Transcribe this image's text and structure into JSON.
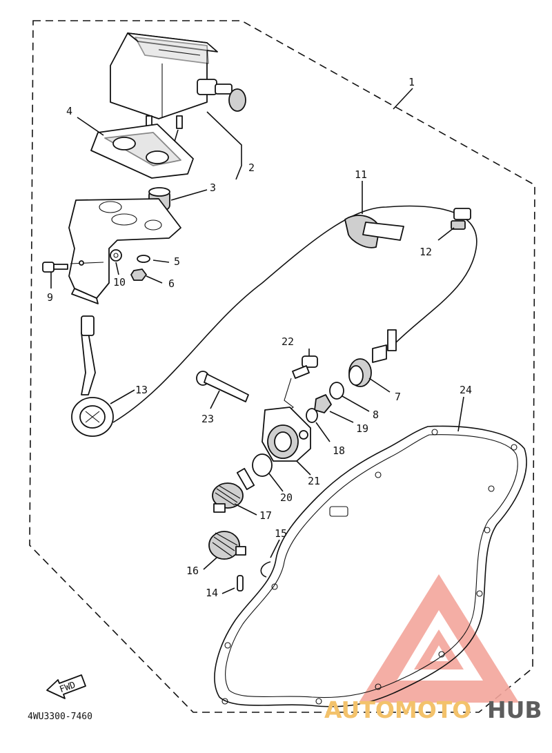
{
  "diagram": {
    "part_code": "4WU3300-7460",
    "direction_label": "FWD",
    "callouts": {
      "c1": "1",
      "c2": "2",
      "c3": "3",
      "c4": "4",
      "c5": "5",
      "c6": "6",
      "c7": "7",
      "c8": "8",
      "c9": "9",
      "c10": "10",
      "c11": "11",
      "c12": "12",
      "c13": "13",
      "c14": "14",
      "c15": "15",
      "c16": "16",
      "c17": "17",
      "c18": "18",
      "c19": "19",
      "c20": "20",
      "c21": "21",
      "c22": "22",
      "c23": "23",
      "c24": "24"
    }
  },
  "watermark": {
    "part1": "AUTOMOTO",
    "part2": "HUB",
    "color_primary": "#f3a59b",
    "color_accent": "#f3c26b",
    "color_dark": "#5d5d5d"
  }
}
